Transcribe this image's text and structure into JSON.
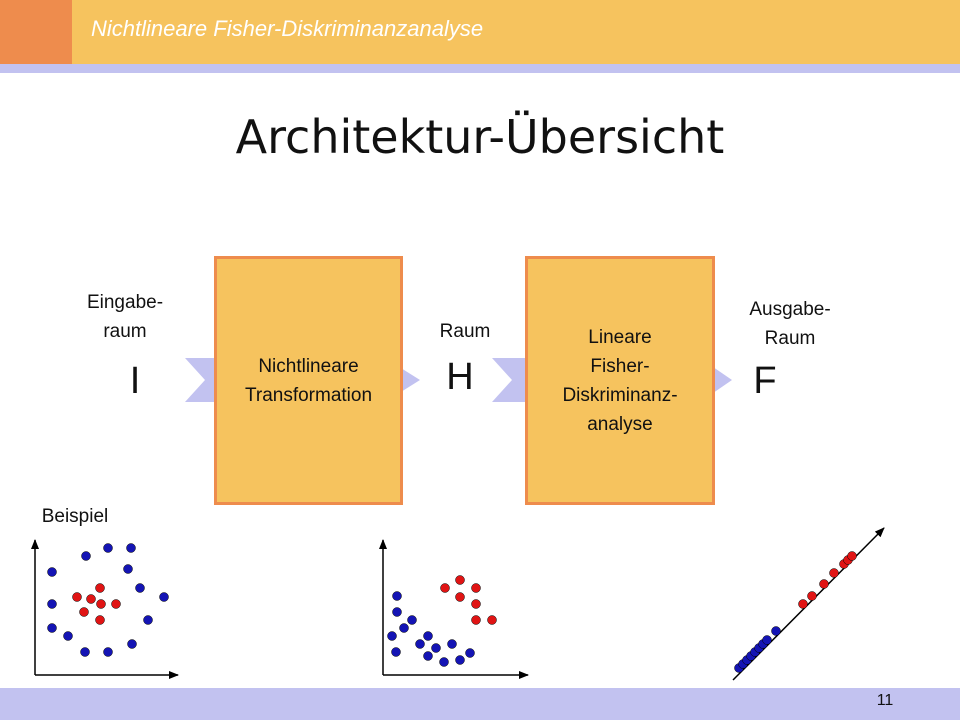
{
  "header": {
    "title": "Nichtlineare Fisher-Diskriminanzanalyse"
  },
  "slide": {
    "title": "Architektur-Übersicht"
  },
  "diagram": {
    "input_label_line1": "Eingabe-",
    "input_label_line2": "raum",
    "input_symbol": "I",
    "box1_line1": "Nichtlineare",
    "box1_line2": "Transformation",
    "middle_label": "Raum",
    "middle_symbol": "H",
    "box2_line1": "Lineare",
    "box2_line2": "Fisher-",
    "box2_line3": "Diskriminanz-",
    "box2_line4": "analyse",
    "output_label_line1": "Ausgabe-",
    "output_label_line2": "Raum",
    "output_symbol": "F",
    "example_label": "Beispiel"
  },
  "colors": {
    "accent": "#ee8c4d",
    "brand": "#f6c35e",
    "band": "#c2c2f0",
    "arrow": "#c2c2f0",
    "class_blue": "#1414b4",
    "class_red": "#e01414"
  },
  "footer": {
    "page_number": "11"
  }
}
